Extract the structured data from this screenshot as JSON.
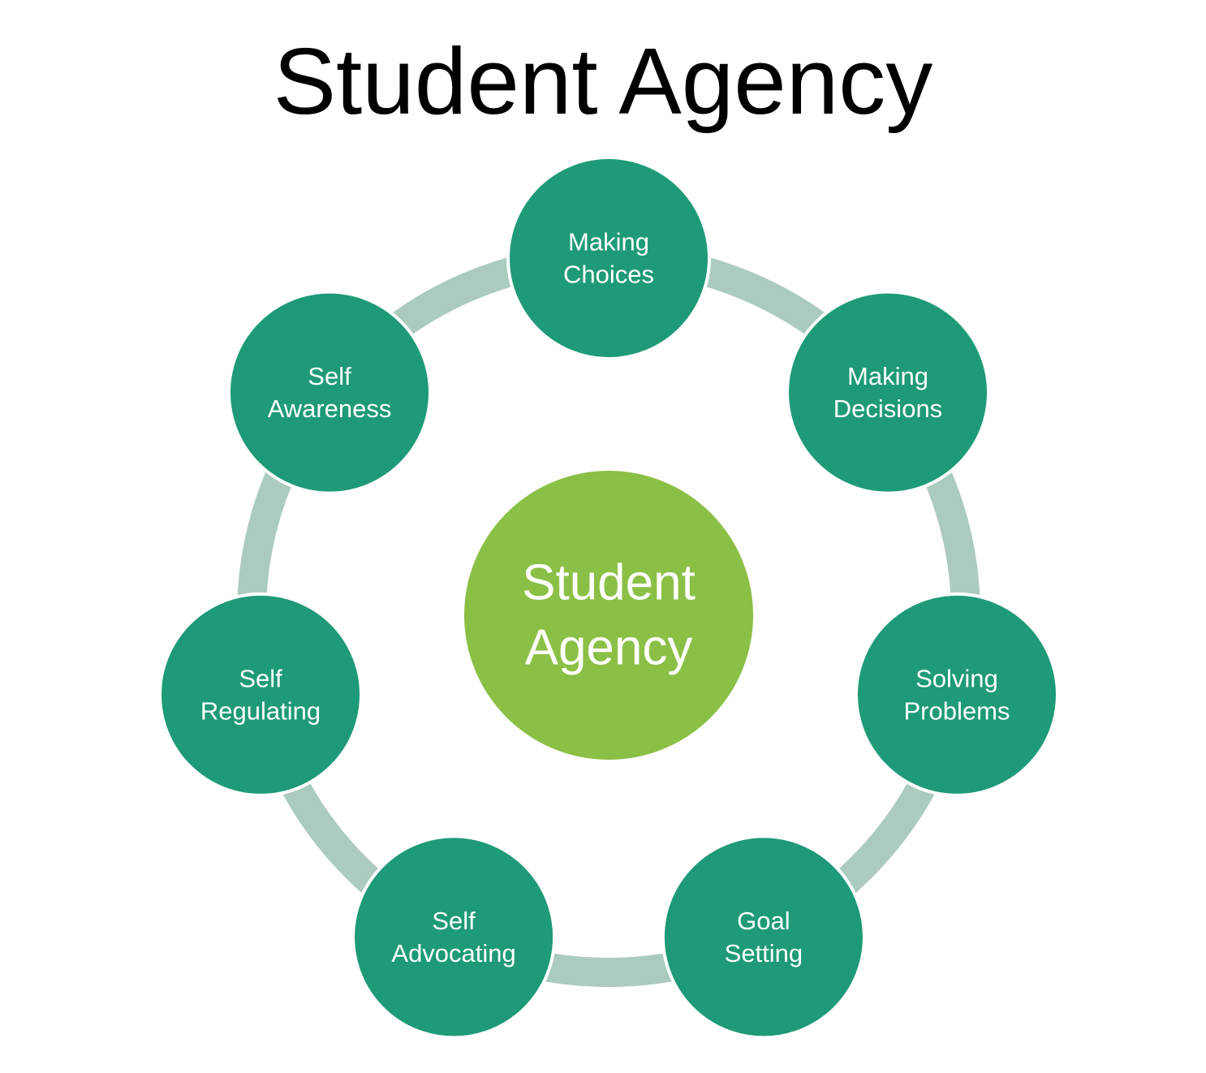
{
  "title": "Student Agency",
  "colors": {
    "ring": "#abcbbf",
    "node": "#1e9a78",
    "node_border": "#ffffff",
    "center": "#8bc046",
    "text": "#ffffff",
    "title": "#000000"
  },
  "center": {
    "lines": [
      "Student",
      "Agency"
    ]
  },
  "nodes": [
    {
      "id": "making-choices",
      "lines": [
        "Making",
        "Choices"
      ]
    },
    {
      "id": "making-decisions",
      "lines": [
        "Making",
        "Decisions"
      ]
    },
    {
      "id": "solving-problems",
      "lines": [
        "Solving",
        "Problems"
      ]
    },
    {
      "id": "goal-setting",
      "lines": [
        "Goal",
        "Setting"
      ]
    },
    {
      "id": "self-advocating",
      "lines": [
        "Self",
        "Advocating"
      ]
    },
    {
      "id": "self-regulating",
      "lines": [
        "Self",
        "Regulating"
      ]
    },
    {
      "id": "self-awareness",
      "lines": [
        "Self",
        "Awareness"
      ]
    }
  ]
}
